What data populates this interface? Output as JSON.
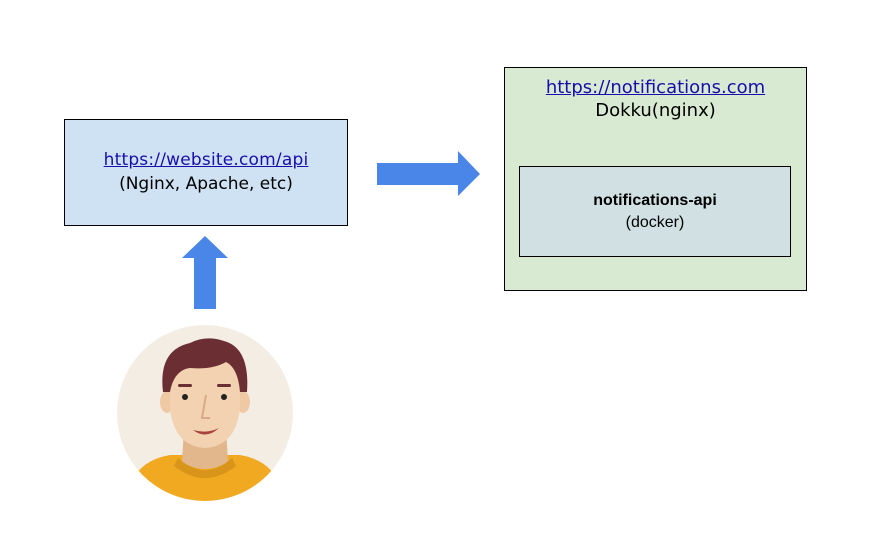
{
  "diagram": {
    "website_box": {
      "url": "https://website.com/api",
      "subtitle": "(Nginx, Apache, etc)"
    },
    "notifications_box": {
      "url": "https://notifications.com",
      "subtitle": "Dokku(nginx)"
    },
    "api_box": {
      "title": "notifications-api",
      "subtitle": "(docker)"
    },
    "colors": {
      "arrow": "#4a86e8",
      "website_fill": "#cfe2f3",
      "notifications_fill": "#d9ead3",
      "api_fill": "#d0e0e3",
      "link": "#1a0dab"
    },
    "icons": {
      "user": "user-avatar-icon",
      "arrow_right": "arrow-right-icon",
      "arrow_up": "arrow-up-icon"
    }
  }
}
